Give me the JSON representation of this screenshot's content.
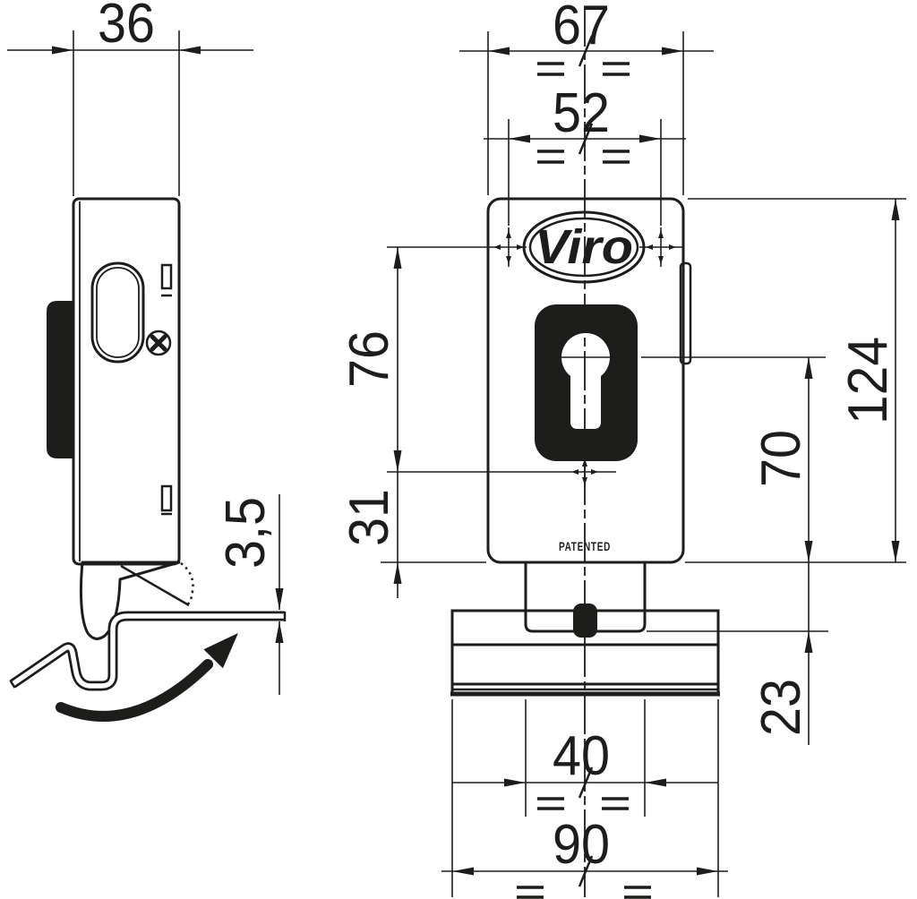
{
  "page": {
    "title": "Viro vertical rim lock - dimensioned technical drawing, side and front views"
  },
  "colors": {
    "line": "#1d1d1b",
    "body_fill": "#dcdcdc",
    "dark_fill": "#1d1d1b",
    "background": "#ffffff"
  },
  "labels": {
    "brand": "Viro",
    "patented": "PATENTED"
  },
  "dimensions": {
    "side_depth": "36",
    "front_width": "67",
    "mounting_hole_spacing": "52",
    "body_height": "124",
    "holes_to_keyhole_bottom": "76",
    "keyhole_center_to_body_bottom": "70",
    "keyhole_bottom_to_body_bottom": "31",
    "body_bottom_to_bracket_slot": "23",
    "stem_width": "40",
    "bracket_width": "90",
    "sheet_thickness": "3,5"
  }
}
